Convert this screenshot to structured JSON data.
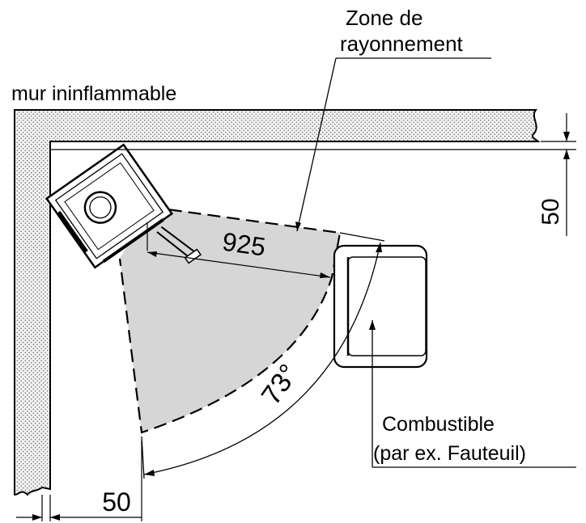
{
  "labels": {
    "wall": "mur ininflammable",
    "radiation_zone_line1": "Zone de",
    "radiation_zone_line2": "rayonnement",
    "combustible_line1": "Combustible",
    "combustible_line2": "(par ex. Fauteuil)"
  },
  "dimensions": {
    "top_clearance": "50",
    "left_clearance": "50",
    "radiation_distance": "925",
    "angle": "73°"
  },
  "colors": {
    "zone_fill": "#d6d6d6",
    "wall_fill": "#ececec",
    "line": "#000000"
  }
}
